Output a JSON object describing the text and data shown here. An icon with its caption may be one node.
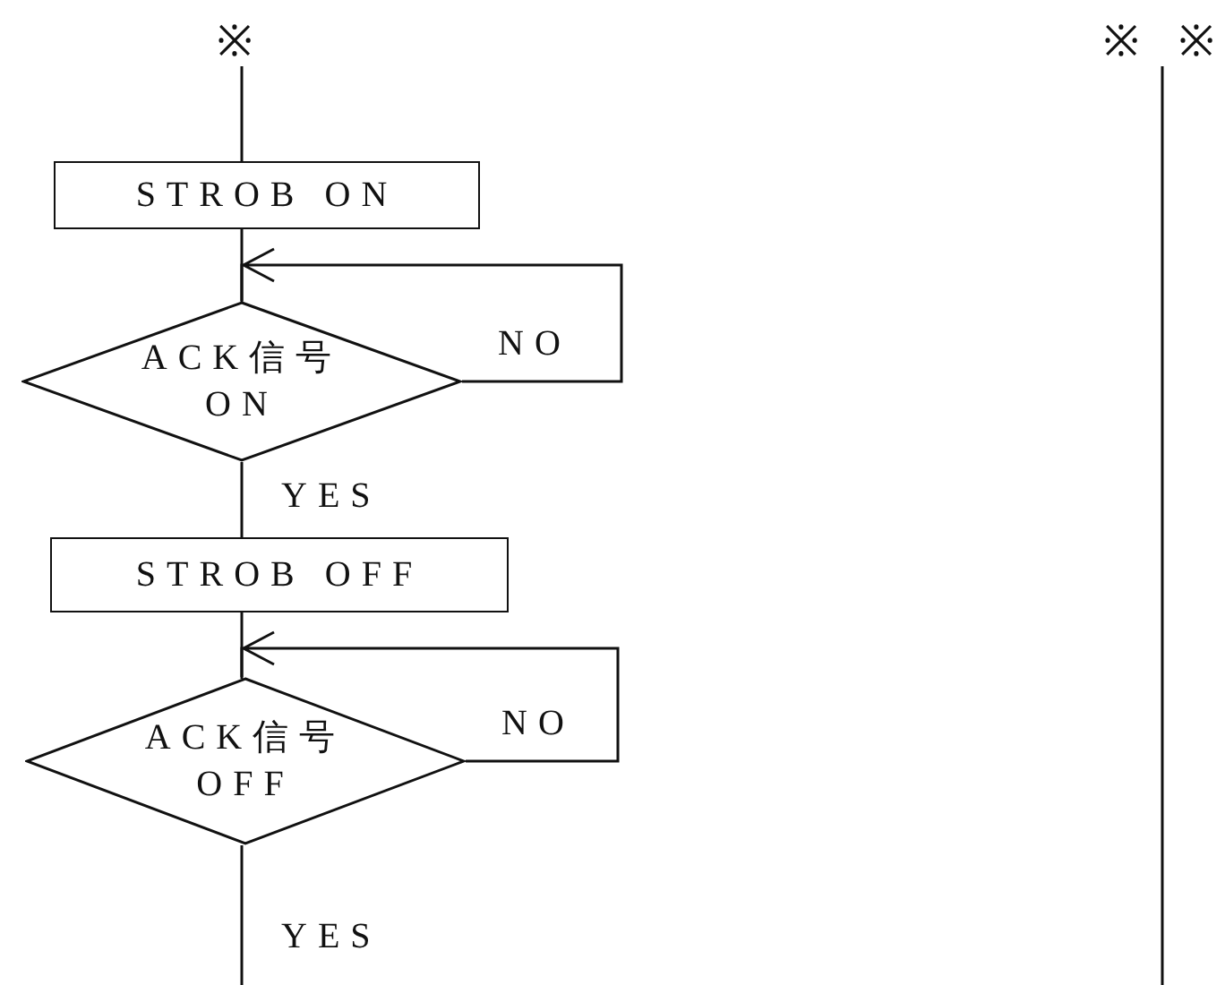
{
  "diagram": {
    "nodes": [
      {
        "text": [
          "※"
        ]
      },
      {
        "text": [
          "STROB ON"
        ]
      },
      {
        "text": [
          "ACK信号 ON"
        ]
      },
      {
        "text": [
          "STROB OFF"
        ]
      },
      {
        "text": [
          "ACK信号 OFF"
        ]
      },
      {
        "text": [
          "※ ※"
        ]
      }
    ],
    "edges": [
      {
        "from": 0,
        "to": 1,
        "arrow": "none"
      },
      {
        "from": 1,
        "to": 2,
        "arrow": "none"
      },
      {
        "from": 2,
        "to": 2,
        "label": "NO",
        "arrow": "to"
      },
      {
        "from": 2,
        "to": 3,
        "label": "YES",
        "arrow": "none"
      },
      {
        "from": 3,
        "to": 4,
        "arrow": "none"
      },
      {
        "from": 4,
        "to": 4,
        "label": "NO",
        "arrow": "to"
      },
      {
        "from": 4,
        "to": null,
        "label": "YES",
        "arrow": "none"
      },
      {
        "from": 5,
        "to": null,
        "arrow": "none"
      }
    ]
  }
}
